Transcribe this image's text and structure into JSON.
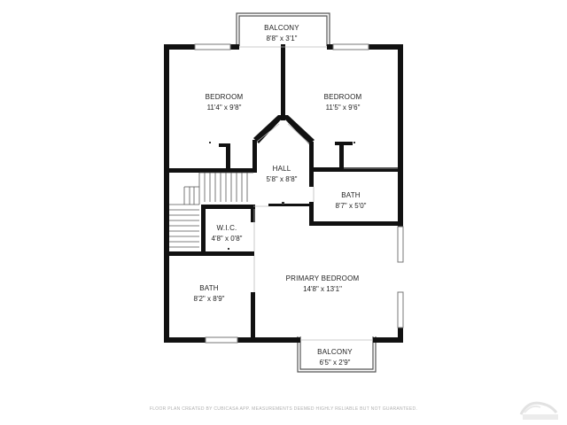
{
  "rooms": {
    "balcony_top": {
      "name": "BALCONY",
      "dim": "8'8\" x 3'1\""
    },
    "bedroom_left": {
      "name": "BEDROOM",
      "dim": "11'4\" x 9'8\""
    },
    "bedroom_right": {
      "name": "BEDROOM",
      "dim": "11'5\" x 9'6\""
    },
    "hall": {
      "name": "HALL",
      "dim": "5'8\" x 8'8\""
    },
    "bath_upper": {
      "name": "BATH",
      "dim": "8'7\" x 5'0\""
    },
    "wic": {
      "name": "W.I.C.",
      "dim": "4'8\" x 0'8\""
    },
    "primary_bedroom": {
      "name": "PRIMARY BEDROOM",
      "dim": "14'8\" x 13'1\""
    },
    "bath_lower": {
      "name": "BATH",
      "dim": "8'2\" x 8'9\""
    },
    "balcony_bottom": {
      "name": "BALCONY",
      "dim": "6'5\" x 2'9\""
    }
  },
  "footer": "FLOOR PLAN CREATED BY CUBICASA APP. MEASUREMENTS DEEMED HIGHLY RELIABLE BUT NOT GUARANTEED.",
  "colors": {
    "wall": "#111111",
    "thin_line": "#9a9a9a",
    "balcony_line": "#555555"
  }
}
